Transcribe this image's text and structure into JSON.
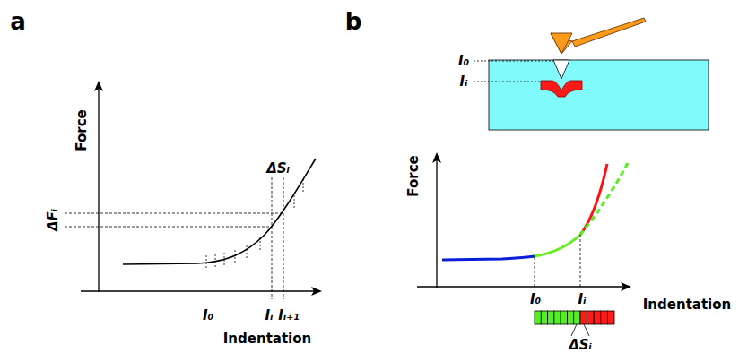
{
  "diagram": {
    "labels": [
      "a",
      "Force",
      "ΔFᵢ",
      "ΔSᵢ",
      "I₀",
      "Iᵢ",
      "Iᵢ₊₁",
      "Indentation",
      "b",
      "I₀",
      "Iᵢ",
      "Force",
      "I₀",
      "Iᵢ",
      "ΔSᵢ",
      "Indentation"
    ]
  }
}
